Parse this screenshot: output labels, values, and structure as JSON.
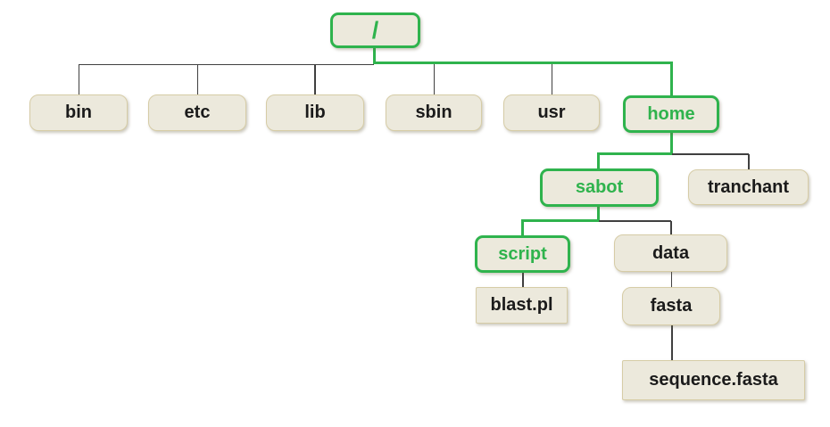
{
  "colors": {
    "highlight_green": "#2fb34d",
    "node_fill": "#ece9dc",
    "node_border": "#d6cca6",
    "connector_dark": "#404040"
  },
  "tree": {
    "label": "/",
    "kind": "directory",
    "highlighted": true,
    "children": [
      {
        "label": "bin",
        "kind": "directory",
        "highlighted": false
      },
      {
        "label": "etc",
        "kind": "directory",
        "highlighted": false
      },
      {
        "label": "lib",
        "kind": "directory",
        "highlighted": false
      },
      {
        "label": "sbin",
        "kind": "directory",
        "highlighted": false
      },
      {
        "label": "usr",
        "kind": "directory",
        "highlighted": false
      },
      {
        "label": "home",
        "kind": "directory",
        "highlighted": true,
        "children": [
          {
            "label": "sabot",
            "kind": "directory",
            "highlighted": true,
            "children": [
              {
                "label": "script",
                "kind": "directory",
                "highlighted": true,
                "children": [
                  {
                    "label": "blast.pl",
                    "kind": "file",
                    "highlighted": false
                  }
                ]
              },
              {
                "label": "data",
                "kind": "directory",
                "highlighted": false,
                "children": [
                  {
                    "label": "fasta",
                    "kind": "directory",
                    "highlighted": false,
                    "children": [
                      {
                        "label": "sequence.fasta",
                        "kind": "file",
                        "highlighted": false
                      }
                    ]
                  }
                ]
              }
            ]
          },
          {
            "label": "tranchant",
            "kind": "directory",
            "highlighted": false
          }
        ]
      }
    ]
  }
}
